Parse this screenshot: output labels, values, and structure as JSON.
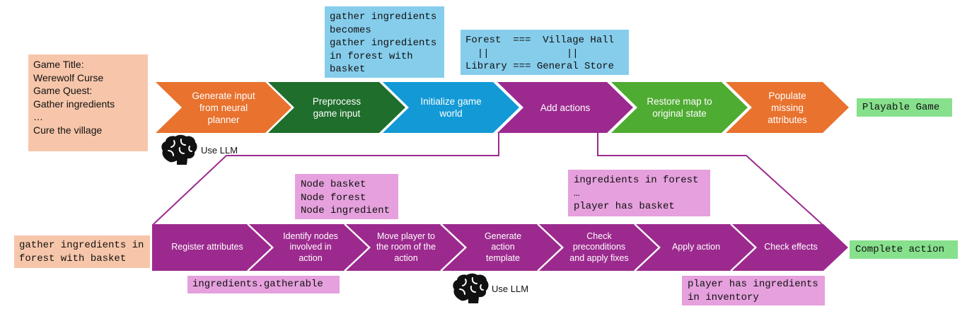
{
  "input_box": {
    "lines": [
      "Game Title:",
      "Werewolf Curse",
      "Game Quest:",
      "Gather ingredients",
      "…",
      "Cure the village"
    ]
  },
  "preprocess_note": {
    "lines": [
      "gather ingredients",
      "becomes",
      "gather ingredients",
      "in forest with",
      "basket"
    ]
  },
  "map_note": {
    "lines": [
      "Forest  ===  Village Hall",
      "  ||             ||",
      "Library === General Store"
    ]
  },
  "top_pipeline": {
    "steps": [
      {
        "lines": [
          "Generate input",
          "from neural",
          "planner"
        ]
      },
      {
        "lines": [
          "Preprocess",
          "game input"
        ]
      },
      {
        "lines": [
          "Initialize game",
          "world"
        ]
      },
      {
        "lines": [
          "Add actions"
        ]
      },
      {
        "lines": [
          "Restore map to",
          "original state"
        ]
      },
      {
        "lines": [
          "Populate",
          "missing",
          "attributes"
        ]
      }
    ],
    "output": "Playable Game"
  },
  "llm_label_top": "Use LLM",
  "llm_label_bottom": "Use LLM",
  "node_note": {
    "lines": [
      "Node basket",
      "Node forest",
      "Node ingredient"
    ]
  },
  "precondition_note": {
    "lines": [
      "ingredients in forest",
      "…",
      "player has basket"
    ]
  },
  "action_input": {
    "lines": [
      "gather ingredients in",
      "forest with basket"
    ]
  },
  "bottom_pipeline": {
    "steps": [
      {
        "lines": [
          "Register attributes"
        ]
      },
      {
        "lines": [
          "Identify nodes",
          "involved in",
          "action"
        ]
      },
      {
        "lines": [
          "Move player to",
          "the room of the",
          "action"
        ]
      },
      {
        "lines": [
          "Generate",
          "action",
          "template"
        ]
      },
      {
        "lines": [
          "Check",
          "preconditions",
          "and apply fixes"
        ]
      },
      {
        "lines": [
          "Apply action"
        ]
      },
      {
        "lines": [
          "Check effects"
        ]
      }
    ],
    "output": "Complete action"
  },
  "attribute_note": {
    "lines": [
      "ingredients.gatherable"
    ]
  },
  "effect_note": {
    "lines": [
      "player has ingredients",
      "in inventory"
    ]
  },
  "colors": {
    "orange": "#e8722e",
    "dark_green": "#1f6e2c",
    "blue": "#139ad6",
    "purple": "#9c2a8e",
    "light_green": "#4fac32",
    "peach": "#f7c6aa",
    "light_blue": "#86cdec",
    "pink": "#e5a0dd",
    "mint": "#86e08c"
  }
}
